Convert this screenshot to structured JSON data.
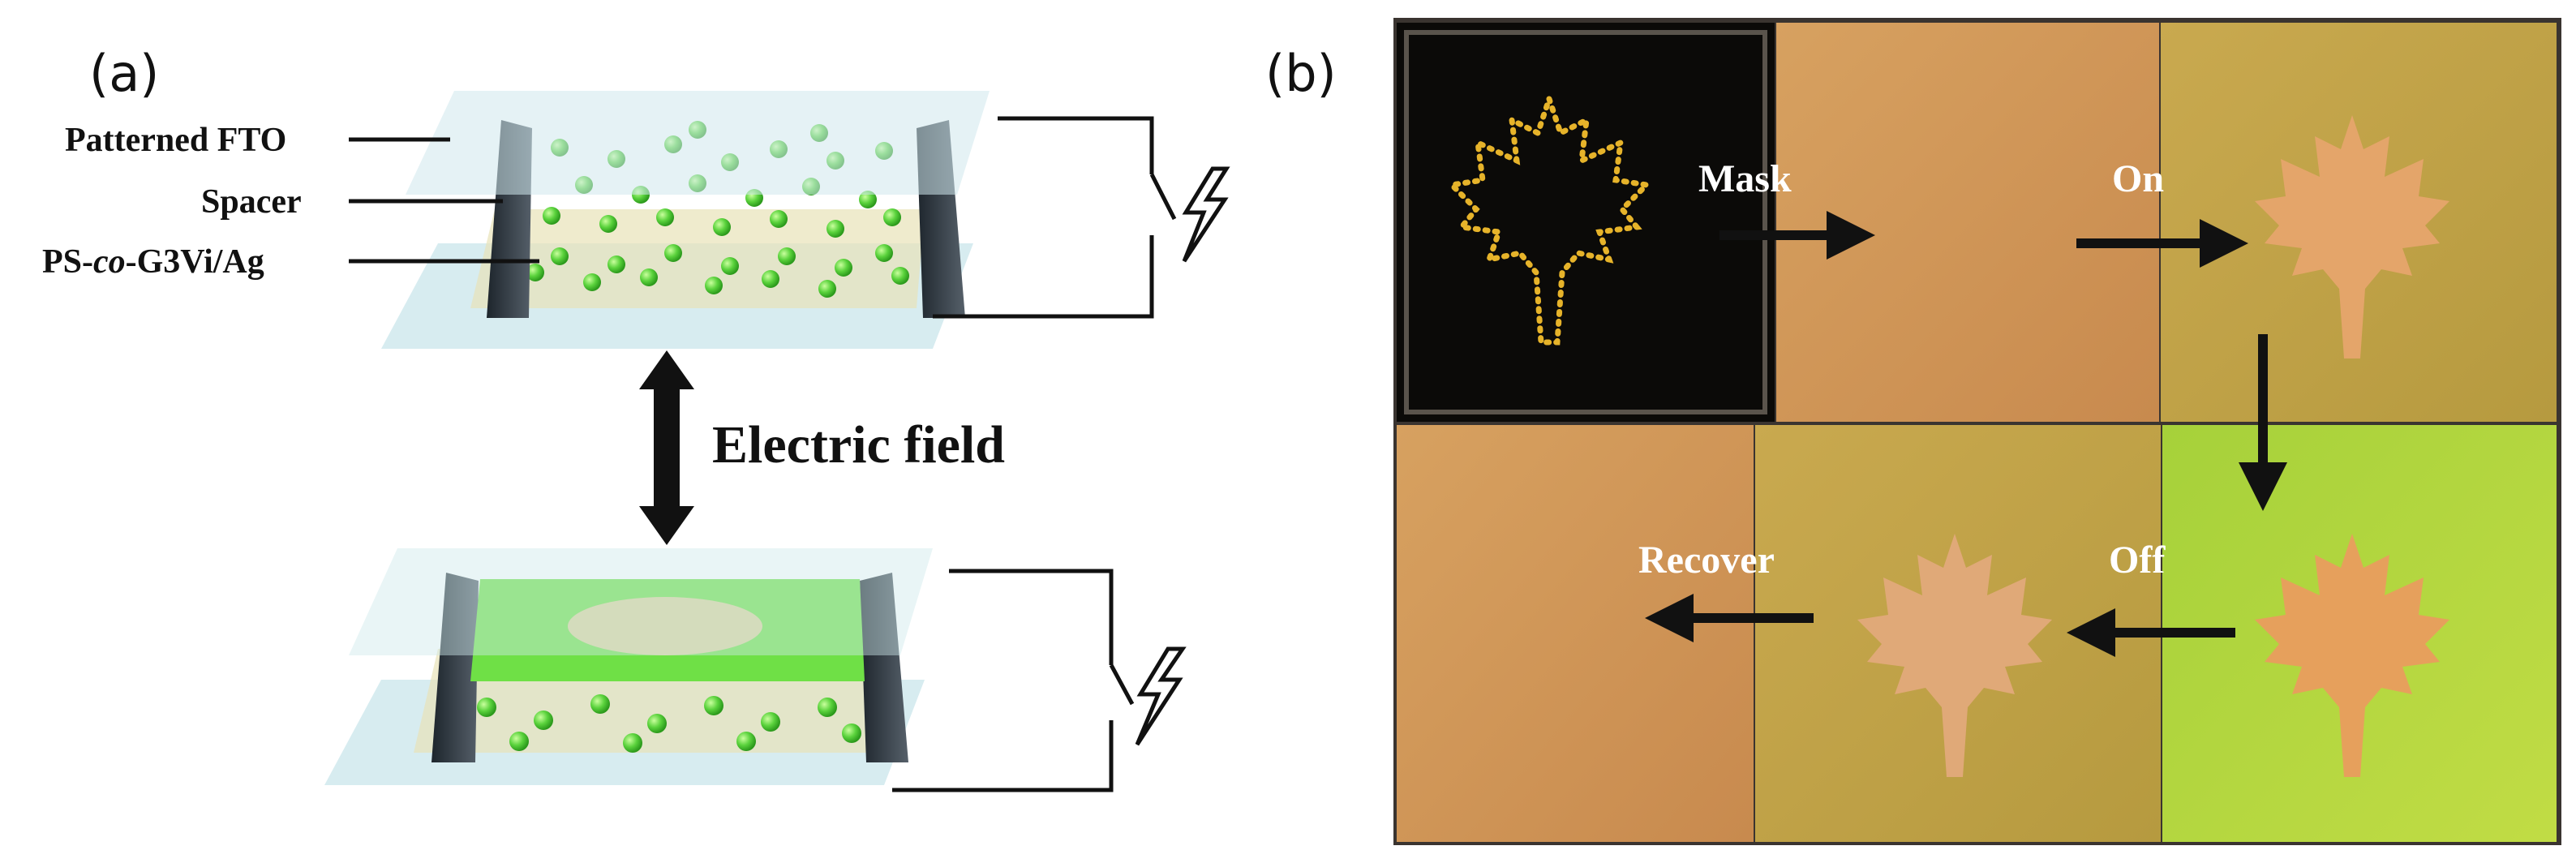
{
  "panel_a": {
    "letter": "(a)",
    "layer_labels": {
      "fto": "Patterned FTO",
      "spacer": "Spacer",
      "film_prefix": "PS-",
      "film_italic": "co",
      "film_suffix": "-G3Vi/Ag"
    },
    "field_label": "Electric field"
  },
  "panel_b": {
    "letter": "(b)",
    "steps": {
      "mask": "Mask",
      "on": "On",
      "off": "Off",
      "recover": "Recover"
    }
  },
  "colors": {
    "particle_green": "#58d23a",
    "glass": "#cfe7ea",
    "spacer": "#2a3138",
    "photo_orange": "#d9a05e",
    "photo_green": "#b6d63a",
    "leaf": "#e9a868"
  }
}
